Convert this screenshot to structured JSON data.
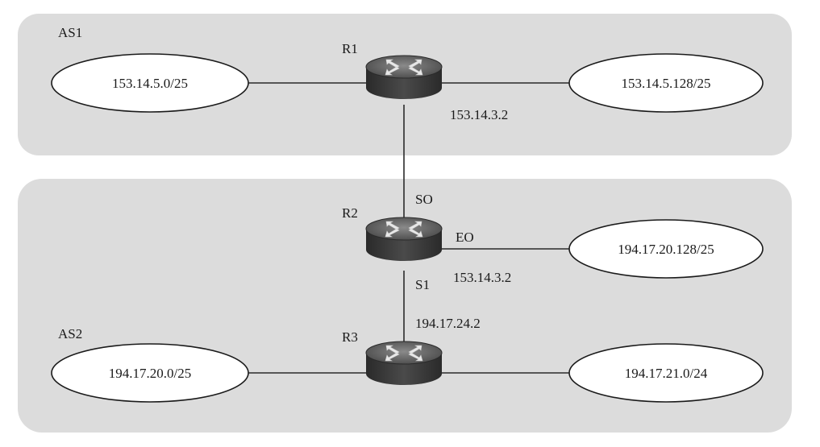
{
  "autonomous_systems": [
    {
      "id": "as1",
      "label": "AS1"
    },
    {
      "id": "as2",
      "label": "AS2"
    }
  ],
  "routers": [
    {
      "id": "r1",
      "label": "R1"
    },
    {
      "id": "r2",
      "label": "R2"
    },
    {
      "id": "r3",
      "label": "R3"
    }
  ],
  "networks": [
    {
      "id": "n1",
      "label": "153.14.5.0/25"
    },
    {
      "id": "n2",
      "label": "153.14.5.128/25"
    },
    {
      "id": "n3",
      "label": "194.17.20.128/25"
    },
    {
      "id": "n4",
      "label": "194.17.20.0/25"
    },
    {
      "id": "n5",
      "label": "194.17.21.0/24"
    }
  ],
  "interface_labels": {
    "r1_addr": "153.14.3.2",
    "r2_s0": "SO",
    "r2_e0": "EO",
    "r2_s1": "S1",
    "r2_addr": "153.14.3.2",
    "r3_addr": "194.17.24.2"
  },
  "colors": {
    "region_fill": "#dcdcdc",
    "router_body": "#3a3a3a",
    "router_top": "#6a6a6a",
    "arrow": "#e8e8e8"
  }
}
